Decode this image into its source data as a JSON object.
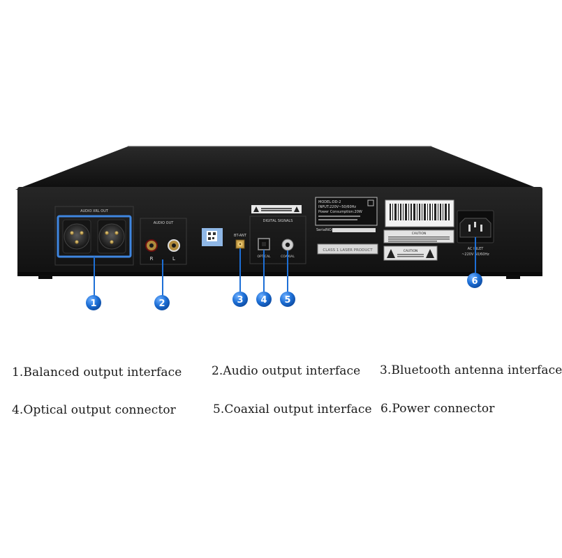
{
  "panel": {
    "xlr_label": "AUDIO XRL OUT",
    "audio_out_label": "AUDIO OUT",
    "right_mark": "R",
    "left_mark": "L",
    "antenna_label": "BT-ANT",
    "digital_label": "DIGITAL SIGNALS",
    "optical_label": "OPTICAL",
    "coaxial_label": "COAXIAL",
    "model_line": "MODEL:DD-2",
    "input_line": "INPUT:220V~50/60Hz",
    "power_line": "Power Consumption:20W",
    "serial_label": "SerialNO:",
    "class_label": "CLASS 1 LASER PRODUCT",
    "caution_label": "CAUTION",
    "warning_label": "CAUTION",
    "ac_inlet_label": "AC INLET",
    "ac_rating": "~220V 50/60Hz"
  },
  "callouts": [
    "1",
    "2",
    "3",
    "4",
    "5",
    "6"
  ],
  "captions": [
    "1.Balanced output interface",
    "2.Audio output interface",
    "3.Bluetooth antenna interface",
    "4.Optical output connector",
    "5.Coaxial output interface",
    "6.Power connector"
  ],
  "colors": {
    "callout_blue": "#1d6fd6",
    "highlight_blue": "#3f86e0",
    "chassis": "#1c1c1c",
    "caption_text": "#1a1a1a"
  }
}
